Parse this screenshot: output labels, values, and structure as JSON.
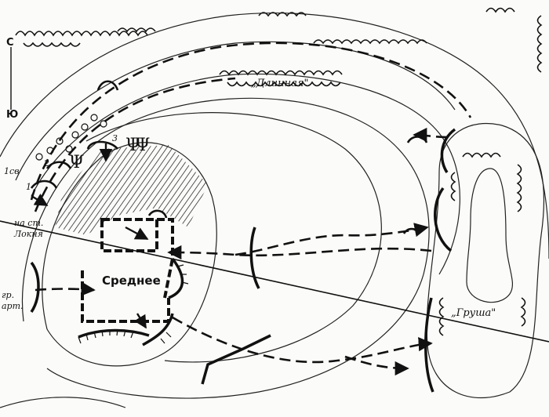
{
  "map": {
    "labels": {
      "hill_long": "„Длинная\"",
      "hill_pear": "„Груша\"",
      "village": "Среднее",
      "compass_north": "С",
      "compass_south": "Ю",
      "railway_station": "на ст.",
      "railway_station_name": "Локня",
      "group_line1": "гр.",
      "group_line2": "арт.",
      "unit_1_2": "1св",
      "unit_2": "2",
      "unit_3": "3",
      "unit_1": "1"
    }
  }
}
